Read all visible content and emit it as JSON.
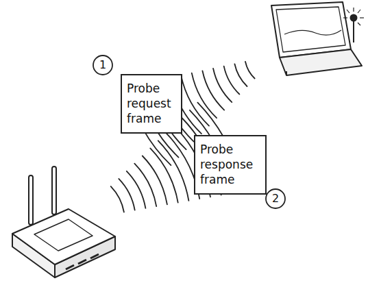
{
  "diagram": {
    "nodes": [
      {
        "text": [
          "Probe request frame"
        ]
      },
      {
        "text": [
          "Probe response frame"
        ]
      }
    ],
    "labels": [
      "1",
      "2"
    ]
  }
}
